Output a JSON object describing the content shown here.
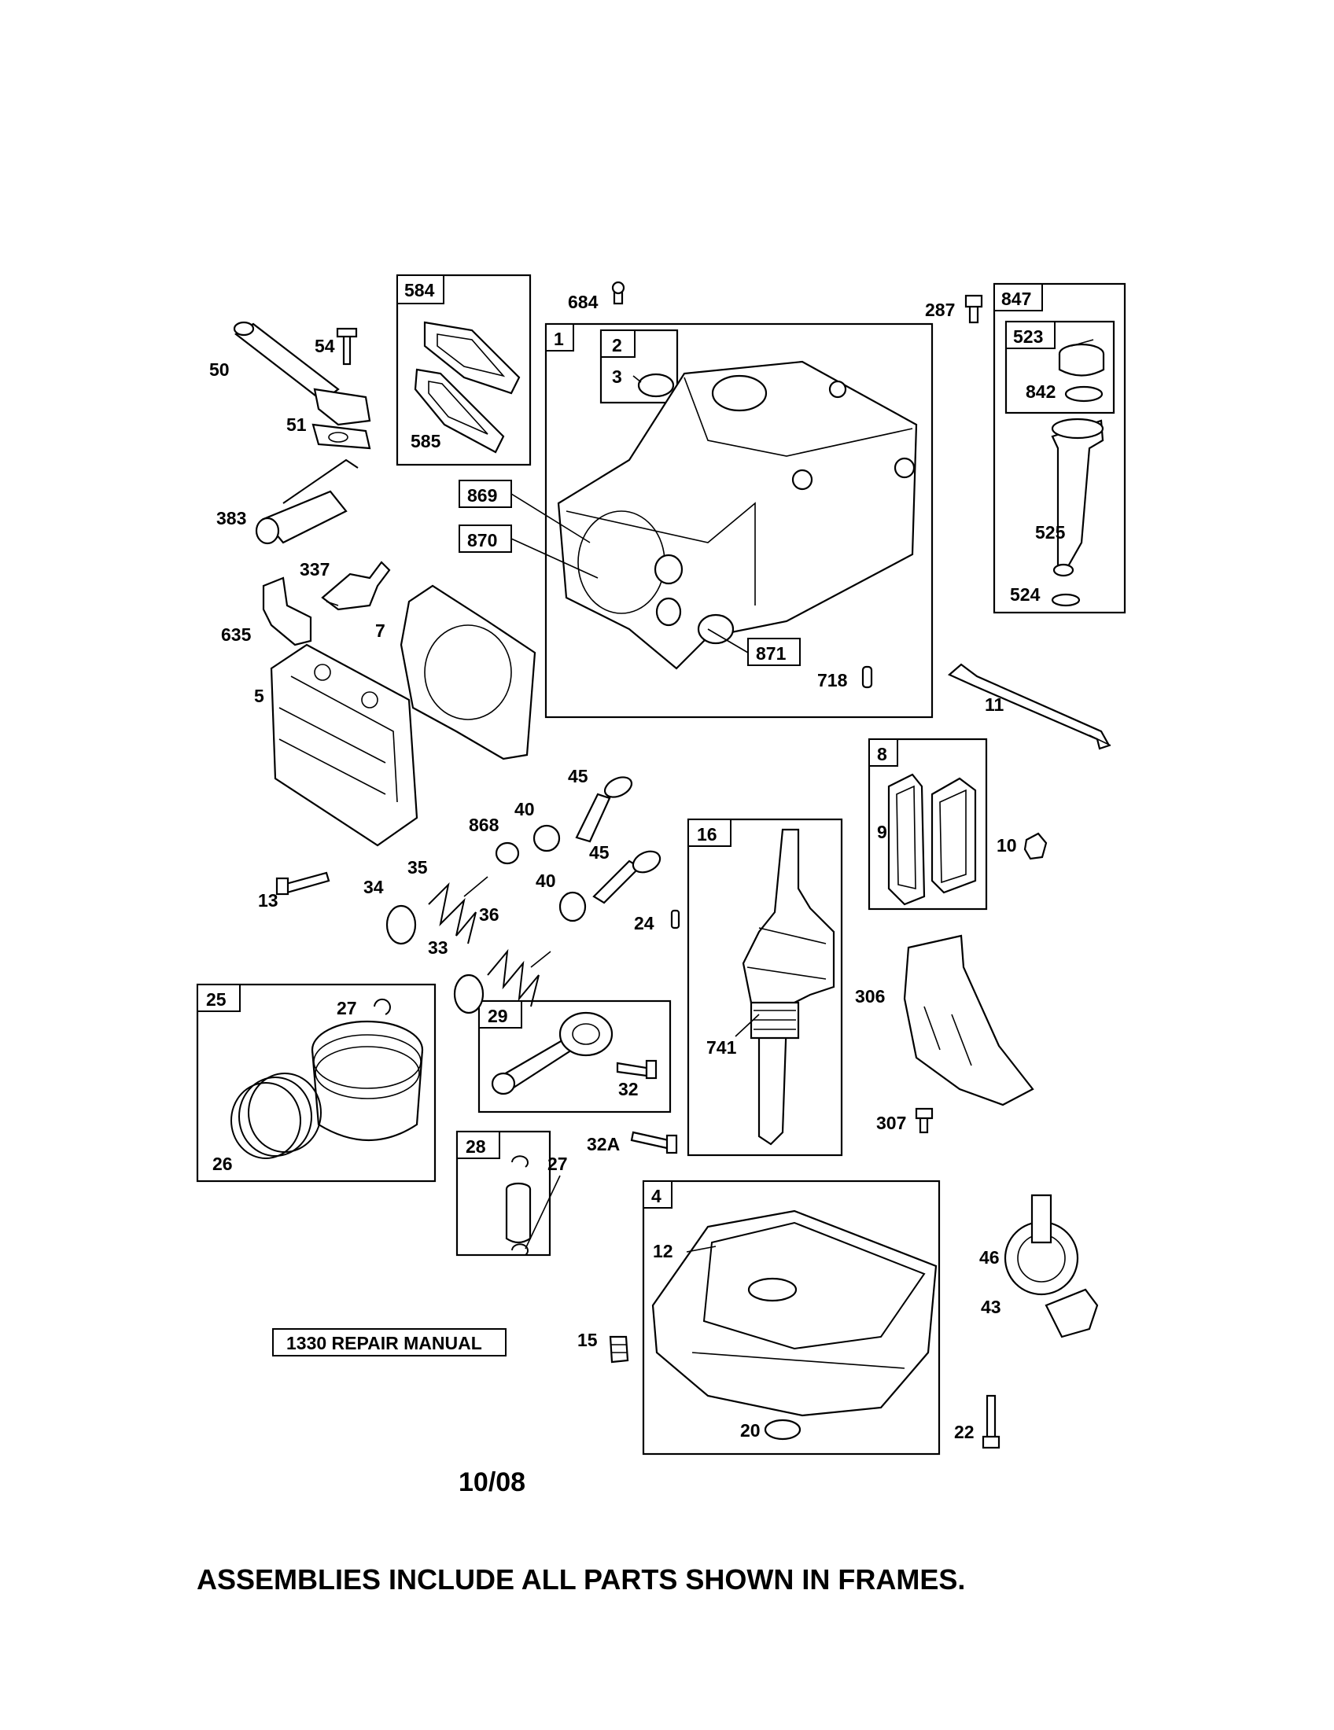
{
  "callouts": {
    "c1": "1",
    "c2": "2",
    "c3": "3",
    "c4": "4",
    "c5": "5",
    "c7": "7",
    "c8": "8",
    "c9": "9",
    "c10": "10",
    "c11": "11",
    "c12": "12",
    "c13": "13",
    "c15": "15",
    "c16": "16",
    "c20": "20",
    "c22": "22",
    "c24": "24",
    "c25": "25",
    "c26": "26",
    "c27a": "27",
    "c27b": "27",
    "c28": "28",
    "c29": "29",
    "c32": "32",
    "c32a": "32A",
    "c33": "33",
    "c34": "34",
    "c35": "35",
    "c36": "36",
    "c40a": "40",
    "c40b": "40",
    "c43": "43",
    "c45a": "45",
    "c45b": "45",
    "c46": "46",
    "c50": "50",
    "c51": "51",
    "c54": "54",
    "c287": "287",
    "c306": "306",
    "c307": "307",
    "c337": "337",
    "c383": "383",
    "c523": "523",
    "c524": "524",
    "c525": "525",
    "c584": "584",
    "c585": "585",
    "c635": "635",
    "c684": "684",
    "c718": "718",
    "c741": "741",
    "c842": "842",
    "c847": "847",
    "c868": "868",
    "c869": "869",
    "c870": "870",
    "c871": "871"
  },
  "manual_label": "1330 REPAIR MANUAL",
  "date": "10/08",
  "footer_note": "ASSEMBLIES INCLUDE ALL PARTS SHOWN IN FRAMES."
}
